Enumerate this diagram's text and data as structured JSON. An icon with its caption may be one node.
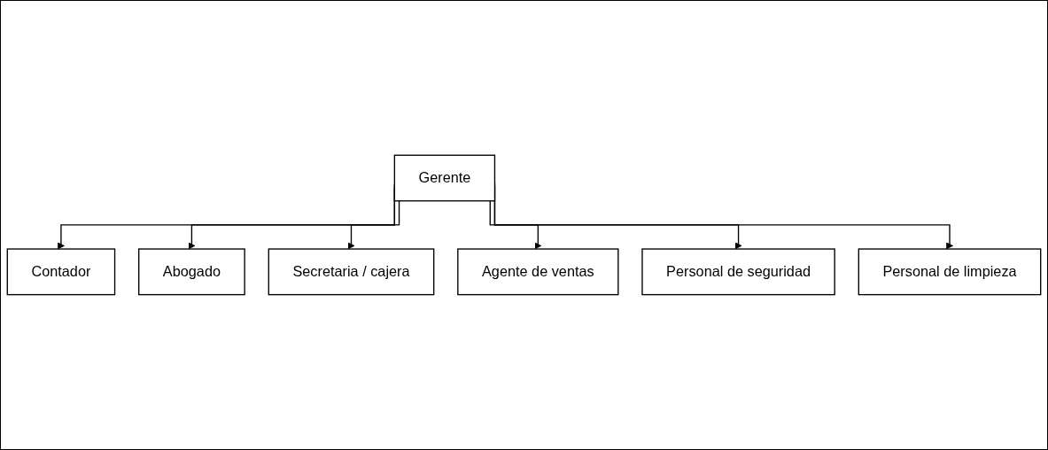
{
  "diagram": {
    "nodes": [
      {
        "text": [
          "Gerente"
        ]
      },
      {
        "text": [
          "Contador"
        ]
      },
      {
        "text": [
          "Abogado"
        ]
      },
      {
        "text": [
          "Secretaria / cajera"
        ]
      },
      {
        "text": [
          "Agente de ventas"
        ]
      },
      {
        "text": [
          "Personal de seguridad"
        ]
      },
      {
        "text": [
          "Personal de limpieza"
        ]
      }
    ],
    "edges": [
      {
        "from": 0,
        "to": 1,
        "arrow": "to"
      },
      {
        "from": 0,
        "to": 2,
        "arrow": "to"
      },
      {
        "from": 0,
        "to": 3,
        "arrow": "to"
      },
      {
        "from": 0,
        "to": 4,
        "arrow": "to"
      },
      {
        "from": 0,
        "to": 5,
        "arrow": "to"
      },
      {
        "from": 0,
        "to": 6,
        "arrow": "to"
      }
    ]
  }
}
